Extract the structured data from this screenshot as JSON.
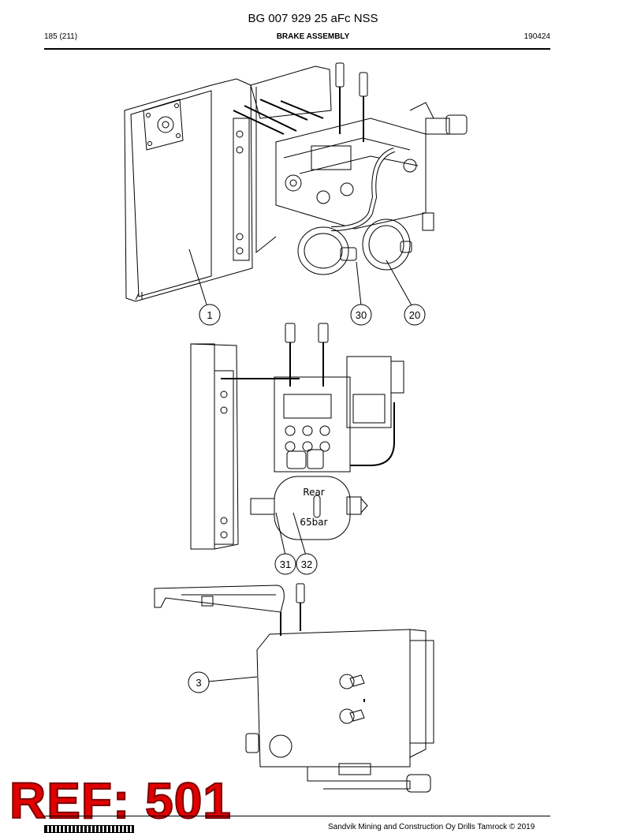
{
  "header": {
    "doc_title": "BG 007 929 25 aFc NSS",
    "page": "185 (211)",
    "section": "BRAKE ASSEMBLY",
    "date_code": "190424"
  },
  "callouts": {
    "c1": "1",
    "c30": "30",
    "c20": "20",
    "c31": "31",
    "c32": "32",
    "c3": "3"
  },
  "labels": {
    "rear": "Rear",
    "pressure": "65bar"
  },
  "stamp": "REF: 501",
  "footer": {
    "copyright": "Sandvik Mining and Construction Oy Drills Tamrock © 2019"
  }
}
